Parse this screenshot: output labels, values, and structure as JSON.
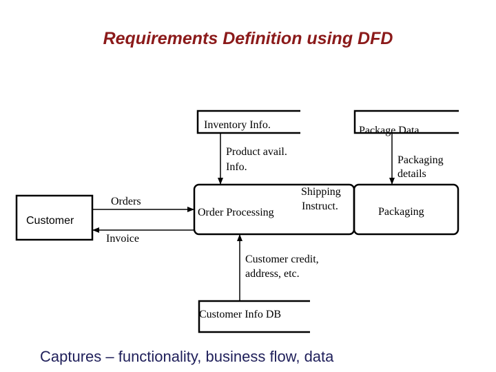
{
  "title": "Requirements Definition using  DFD",
  "caption": "Captures – functionality, business flow, data",
  "stores": {
    "inventory": "Inventory Info.",
    "package": "Package Data",
    "customer_db": "Customer Info DB"
  },
  "processes": {
    "order_processing": "Order Processing",
    "packaging": "Packaging"
  },
  "entities": {
    "customer": "Customer"
  },
  "flows": {
    "orders": "Orders",
    "invoice": "Invoice",
    "product_avail_line1": "Product avail.",
    "product_avail_line2": "Info.",
    "shipping_line1": "Shipping",
    "shipping_line2": "Instruct.",
    "packaging_details_line1": "Packaging",
    "packaging_details_line2": "details",
    "customer_credit_line1": "Customer credit,",
    "customer_credit_line2": "address, etc."
  }
}
